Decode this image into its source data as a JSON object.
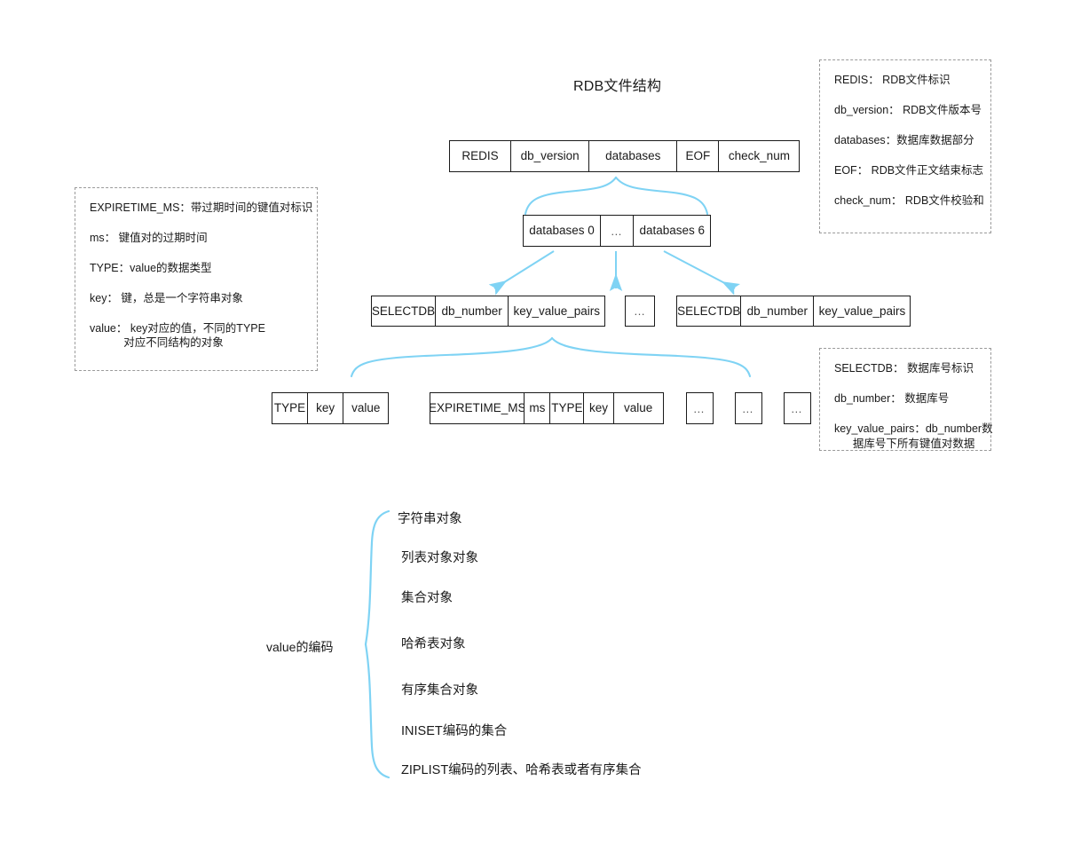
{
  "diagram": {
    "title": "RDB文件结构",
    "accent_color": "#7fd3f4",
    "line_color": "#1a1a1a",
    "legend_border_color": "#9a9a9a",
    "background": "#ffffff"
  },
  "rdb_row": {
    "name": "rdb-file-structure-row",
    "cells": [
      {
        "label": "REDIS",
        "width": 70
      },
      {
        "label": "db_version",
        "width": 90
      },
      {
        "label": "databases",
        "width": 100
      },
      {
        "label": "EOF",
        "width": 49
      },
      {
        "label": "check_num",
        "width": 92
      }
    ]
  },
  "databases_row": {
    "name": "databases-row",
    "cells": [
      {
        "label": "databases 0",
        "width": 88
      },
      {
        "label": "…",
        "width": 39
      },
      {
        "label": "databases 6",
        "width": 88
      }
    ]
  },
  "selectdb_row": {
    "name": "selectdb-row",
    "groups": [
      {
        "cells": [
          {
            "label": "SELECTDB",
            "width": 73
          },
          {
            "label": "db_number",
            "width": 84
          },
          {
            "label": "key_value_pairs",
            "width": 110
          }
        ]
      },
      {
        "cells": [
          {
            "label": "…",
            "width": 34
          }
        ]
      },
      {
        "cells": [
          {
            "label": "SELECTDB",
            "width": 73
          },
          {
            "label": "db_number",
            "width": 84
          },
          {
            "label": "key_value_pairs",
            "width": 110
          }
        ]
      }
    ]
  },
  "keyvalue_row": {
    "name": "key-value-pairs-row",
    "groups": [
      {
        "cells": [
          {
            "label": "TYPE",
            "width": 41
          },
          {
            "label": "key",
            "width": 42
          },
          {
            "label": "value",
            "width": 52
          }
        ]
      },
      {
        "cells": [
          {
            "label": "EXPIRETIME_MS",
            "width": 107
          },
          {
            "label": "ms",
            "width": 31
          },
          {
            "label": "TYPE",
            "width": 39
          },
          {
            "label": "key",
            "width": 35
          },
          {
            "label": "value",
            "width": 57
          }
        ]
      },
      {
        "cells": [
          {
            "label": "…",
            "width": 31
          }
        ]
      },
      {
        "cells": [
          {
            "label": "…",
            "width": 31
          }
        ]
      },
      {
        "cells": [
          {
            "label": "…",
            "width": 31
          }
        ]
      }
    ]
  },
  "legend_left": {
    "name": "legend-expiretime",
    "lines": [
      "EXPIRETIME_MS：带过期时间的键值对标识",
      "ms： 键值对的过期时间",
      "TYPE：value的数据类型",
      "key： 键，总是一个字符串对象",
      "value： key对应的值，不同的TYPE\n           对应不同结构的对象"
    ]
  },
  "legend_top_right": {
    "name": "legend-rdb-fields",
    "lines": [
      "REDIS： RDB文件标识",
      "db_version： RDB文件版本号",
      "databases：数据库数据部分",
      "EOF： RDB文件正文结束标志",
      "check_num： RDB文件校验和"
    ]
  },
  "legend_bottom_right": {
    "name": "legend-selectdb-fields",
    "lines": [
      "SELECTDB： 数据库号标识",
      "db_number： 数据库号",
      "key_value_pairs：db_number数\n      据库号下所有键值对数据"
    ]
  },
  "value_encoding": {
    "name": "value-encoding-brace",
    "label": "value的编码",
    "items": [
      "字符串对象",
      "列表对象对象",
      "集合对象",
      "哈希表对象",
      "有序集合对象",
      "INISET编码的集合",
      "ZIPLIST编码的列表、哈希表或者有序集合"
    ]
  }
}
